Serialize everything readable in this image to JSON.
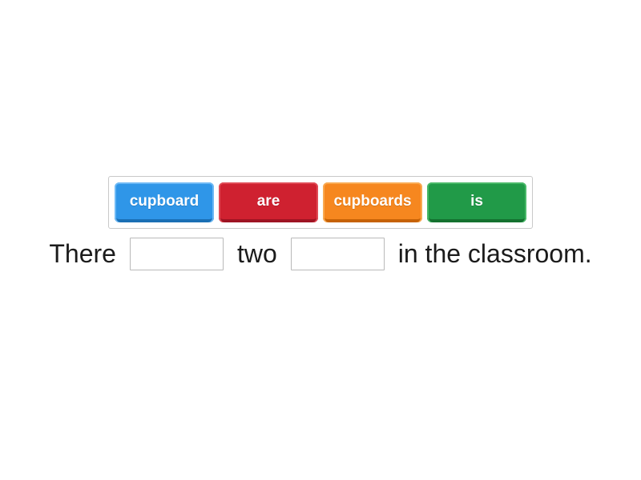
{
  "activity": {
    "type_label": "missing-word exercise"
  },
  "word_bank": {
    "tiles": [
      {
        "label": "cupboard",
        "color": "#2f96e8",
        "color_light": "#6db9f5",
        "color_dark": "#1a6fb4"
      },
      {
        "label": "are",
        "color": "#cf2130",
        "color_light": "#e04a55",
        "color_dark": "#9e1423"
      },
      {
        "label": "cupboards",
        "color": "#f6871f",
        "color_light": "#f9aa52",
        "color_dark": "#c66206"
      },
      {
        "label": "is",
        "color": "#219a48",
        "color_light": "#49b969",
        "color_dark": "#14712f"
      }
    ]
  },
  "sentence": {
    "text_1": "There",
    "blank_1_value": "",
    "text_2": "two",
    "blank_2_value": "",
    "text_3": "in the classroom."
  }
}
